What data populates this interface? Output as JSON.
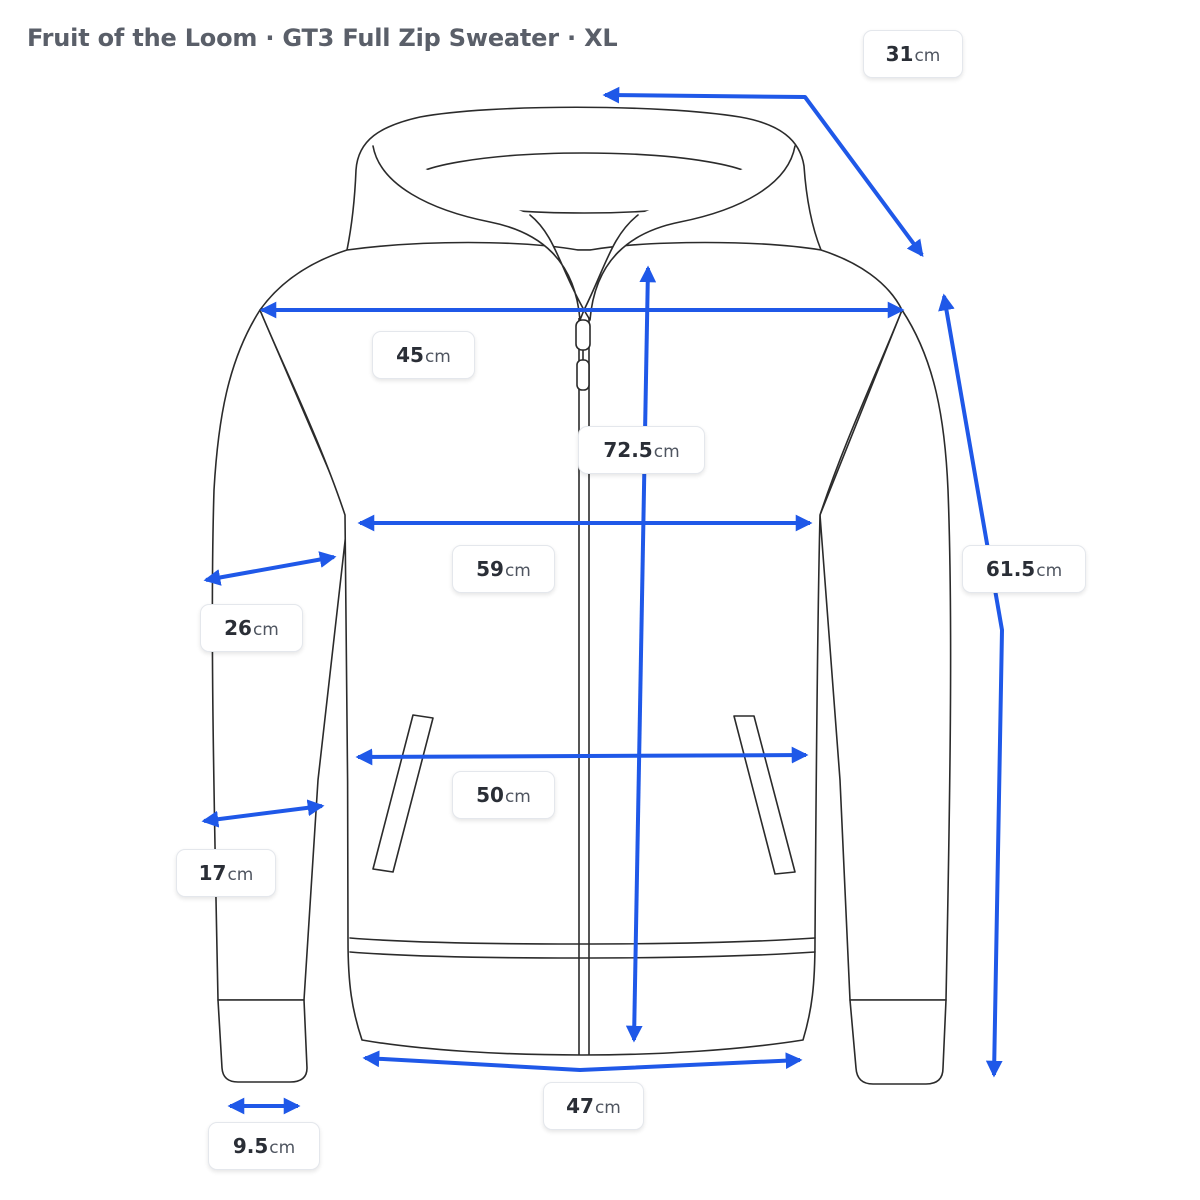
{
  "title": "Fruit of the Loom · GT3 Full Zip Sweater · XL",
  "unit": "cm",
  "accent_color": "#1f58e8",
  "outline_color": "#2b2b2b",
  "icons": [
    "hoodie-outline-icon",
    "zipper-pull-icon",
    "arrow-icon"
  ],
  "measurements": [
    {
      "id": "hood-height",
      "value": "31"
    },
    {
      "id": "shoulder-width",
      "value": "45"
    },
    {
      "id": "body-length",
      "value": "72.5"
    },
    {
      "id": "chest-width",
      "value": "59"
    },
    {
      "id": "sleeve-length",
      "value": "61.5"
    },
    {
      "id": "upper-arm-width",
      "value": "26"
    },
    {
      "id": "waist-width",
      "value": "50"
    },
    {
      "id": "forearm-width",
      "value": "17"
    },
    {
      "id": "hem-width",
      "value": "47"
    },
    {
      "id": "cuff-width",
      "value": "9.5"
    }
  ]
}
